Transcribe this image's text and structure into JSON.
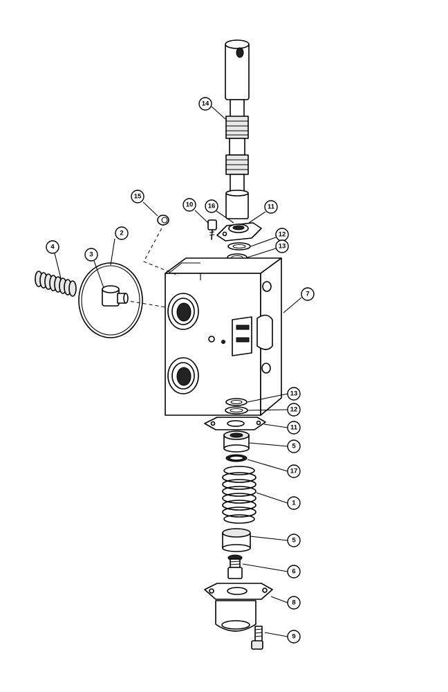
{
  "callouts": [
    {
      "id": "c14",
      "label": "14"
    },
    {
      "id": "c15",
      "label": "15"
    },
    {
      "id": "c10",
      "label": "10"
    },
    {
      "id": "c16",
      "label": "16"
    },
    {
      "id": "c11a",
      "label": "11"
    },
    {
      "id": "c12a",
      "label": "12"
    },
    {
      "id": "c13a",
      "label": "13"
    },
    {
      "id": "c2",
      "label": "2"
    },
    {
      "id": "c3",
      "label": "3"
    },
    {
      "id": "c4",
      "label": "4"
    },
    {
      "id": "c7",
      "label": "7"
    },
    {
      "id": "c13b",
      "label": "13"
    },
    {
      "id": "c12b",
      "label": "12"
    },
    {
      "id": "c11b",
      "label": "11"
    },
    {
      "id": "c5a",
      "label": "5"
    },
    {
      "id": "c17",
      "label": "17"
    },
    {
      "id": "c1",
      "label": "1"
    },
    {
      "id": "c5b",
      "label": "5"
    },
    {
      "id": "c6",
      "label": "6"
    },
    {
      "id": "c8",
      "label": "8"
    },
    {
      "id": "c9",
      "label": "9"
    }
  ]
}
